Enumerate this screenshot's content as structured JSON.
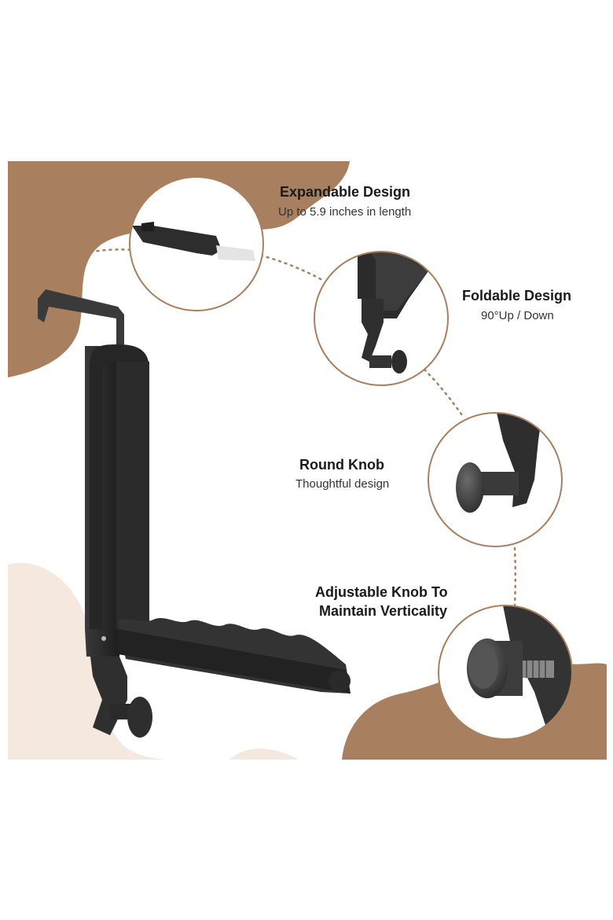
{
  "colors": {
    "accent_brown": "#a8805f",
    "accent_cream": "#f4e8df",
    "product_dark": "#2c2c2c",
    "dotted_line": "#a8805f"
  },
  "features": [
    {
      "title": "Expandable Design",
      "subtitle": "Up to 5.9 inches in length",
      "icon": "extension-arm-closeup"
    },
    {
      "title": "Foldable Design",
      "subtitle": "90°Up / Down",
      "icon": "fold-hinge-closeup"
    },
    {
      "title": "Round Knob",
      "subtitle": "Thoughtful design",
      "icon": "round-knob-closeup"
    },
    {
      "title_line1": "Adjustable Knob To",
      "title_line2": "Maintain Verticality",
      "icon": "adjustable-knob-closeup"
    }
  ],
  "product": {
    "name_icon": "over-door-hook-hanger"
  }
}
